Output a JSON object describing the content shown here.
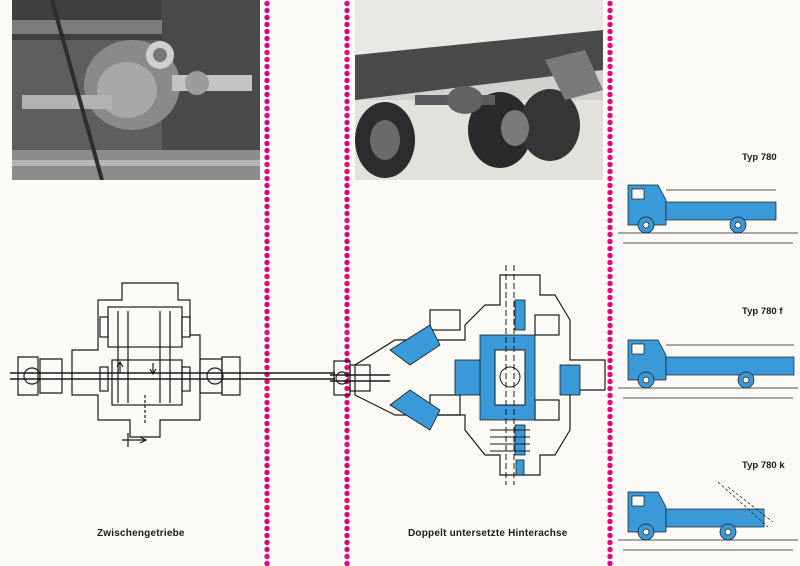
{
  "panels": {
    "left": {
      "photo_alt": "Photo of intermediate gearbox under the truck chassis",
      "caption": "Zwischengetriebe"
    },
    "middle": {
      "photo_alt": "Photo of rear axle and dual wheels",
      "caption": "Doppelt untersetzte Hinterachse"
    },
    "right": {
      "trucks": [
        {
          "label": "Typ 780"
        },
        {
          "label": "Typ 780 f"
        },
        {
          "label": "Typ 780 k"
        }
      ]
    }
  },
  "colors": {
    "accent_blue": "#3a9ad9",
    "separator_magenta": "#e4007c",
    "line": "#1a1a1a"
  }
}
